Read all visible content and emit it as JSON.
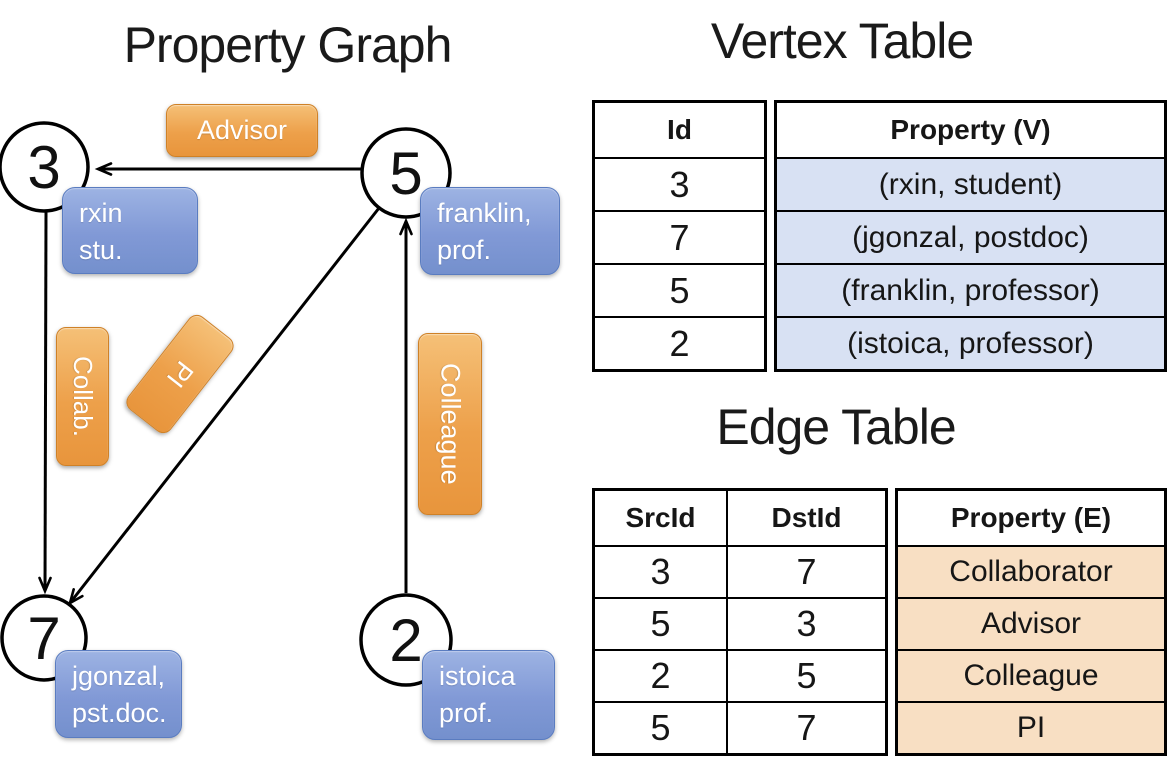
{
  "graph": {
    "title": "Property Graph",
    "nodes": [
      {
        "id": "3",
        "property_line1": "rxin",
        "property_line2": "stu."
      },
      {
        "id": "5",
        "property_line1": "franklin,",
        "property_line2": "prof."
      },
      {
        "id": "7",
        "property_line1": "jgonzal,",
        "property_line2": "pst.doc."
      },
      {
        "id": "2",
        "property_line1": "istoica",
        "property_line2": "prof."
      }
    ],
    "edge_labels": {
      "advisor": "Advisor",
      "collab": "Collab.",
      "pi": "PI",
      "colleague": "Colleague"
    }
  },
  "vertex_table": {
    "title": "Vertex Table",
    "id_header": "Id",
    "property_header": "Property (V)",
    "rows": [
      {
        "id": "3",
        "property": "(rxin, student)"
      },
      {
        "id": "7",
        "property": "(jgonzal, postdoc)"
      },
      {
        "id": "5",
        "property": "(franklin, professor)"
      },
      {
        "id": "2",
        "property": "(istoica, professor)"
      }
    ]
  },
  "edge_table": {
    "title": "Edge Table",
    "src_header": "SrcId",
    "dst_header": "DstId",
    "property_header": "Property (E)",
    "rows": [
      {
        "src": "3",
        "dst": "7",
        "property": "Collaborator"
      },
      {
        "src": "5",
        "dst": "3",
        "property": "Advisor"
      },
      {
        "src": "2",
        "dst": "5",
        "property": "Colleague"
      },
      {
        "src": "5",
        "dst": "7",
        "property": "PI"
      }
    ]
  },
  "colors": {
    "edge_label_top": "#F5C077",
    "edge_label_bottom": "#E8953C",
    "vertex_label_top": "#9DB3E3",
    "vertex_label_bottom": "#7490CD",
    "vertex_property_cell": "#D8E1F3",
    "edge_property_cell": "#F8DFC3",
    "line": "#000000"
  }
}
